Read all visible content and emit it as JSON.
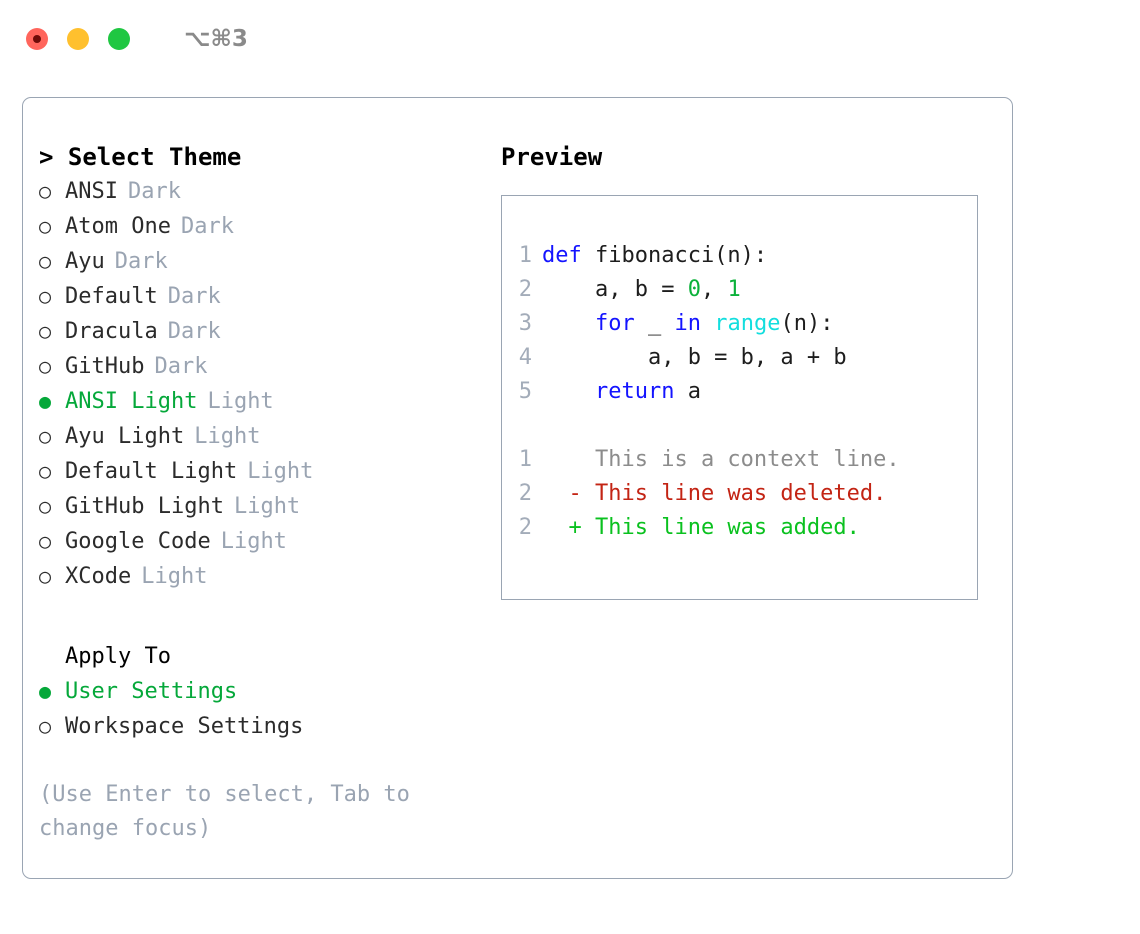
{
  "titlebar": {
    "lights": [
      {
        "name": "close",
        "color": "#ff655c"
      },
      {
        "name": "minimize",
        "color": "#ffc02e"
      },
      {
        "name": "zoom",
        "color": "#1fc742"
      }
    ],
    "shortcut": "⌥⌘3"
  },
  "theme_picker": {
    "header": "> Select Theme",
    "selected_marker": "●",
    "unselected_marker": "○",
    "options": [
      {
        "name": "ANSI",
        "tag": "Dark",
        "selected": false
      },
      {
        "name": "Atom One",
        "tag": "Dark",
        "selected": false
      },
      {
        "name": "Ayu",
        "tag": "Dark",
        "selected": false
      },
      {
        "name": "Default",
        "tag": "Dark",
        "selected": false
      },
      {
        "name": "Dracula",
        "tag": "Dark",
        "selected": false
      },
      {
        "name": "GitHub",
        "tag": "Dark",
        "selected": false
      },
      {
        "name": "ANSI Light",
        "tag": "Light",
        "selected": true
      },
      {
        "name": "Ayu Light",
        "tag": "Light",
        "selected": false
      },
      {
        "name": "Default Light",
        "tag": "Light",
        "selected": false
      },
      {
        "name": "GitHub Light",
        "tag": "Light",
        "selected": false
      },
      {
        "name": "Google Code",
        "tag": "Light",
        "selected": false
      },
      {
        "name": "XCode",
        "tag": "Light",
        "selected": false
      }
    ]
  },
  "apply_to": {
    "header": "Apply To",
    "options": [
      {
        "name": "User Settings",
        "selected": true
      },
      {
        "name": "Workspace Settings",
        "selected": false
      }
    ]
  },
  "hint": "(Use Enter to select, Tab to change focus)",
  "preview": {
    "header": "Preview",
    "code": [
      {
        "num": "1",
        "tokens": [
          {
            "t": "def ",
            "c": "kw"
          },
          {
            "t": "fibonacci(n):",
            "c": "txt"
          }
        ]
      },
      {
        "num": "2",
        "tokens": [
          {
            "t": "    a, b = ",
            "c": "txt"
          },
          {
            "t": "0",
            "c": "num"
          },
          {
            "t": ", ",
            "c": "txt"
          },
          {
            "t": "1",
            "c": "num"
          }
        ]
      },
      {
        "num": "3",
        "tokens": [
          {
            "t": "    ",
            "c": "txt"
          },
          {
            "t": "for",
            "c": "kw"
          },
          {
            "t": " _ ",
            "c": "txt"
          },
          {
            "t": "in",
            "c": "kw"
          },
          {
            "t": " ",
            "c": "txt"
          },
          {
            "t": "range",
            "c": "fn"
          },
          {
            "t": "(n):",
            "c": "txt"
          }
        ]
      },
      {
        "num": "4",
        "tokens": [
          {
            "t": "        a, b = b, a + b",
            "c": "txt"
          }
        ]
      },
      {
        "num": "5",
        "tokens": [
          {
            "t": "    ",
            "c": "txt"
          },
          {
            "t": "return",
            "c": "kw"
          },
          {
            "t": " a",
            "c": "txt"
          }
        ]
      }
    ],
    "diff": [
      {
        "num": "1",
        "marker": " ",
        "text": "This is a context line.",
        "kind": "ctx"
      },
      {
        "num": "2",
        "marker": "-",
        "text": "This line was deleted.",
        "kind": "del"
      },
      {
        "num": "2",
        "marker": "+",
        "text": "This line was added.",
        "kind": "add"
      }
    ]
  }
}
